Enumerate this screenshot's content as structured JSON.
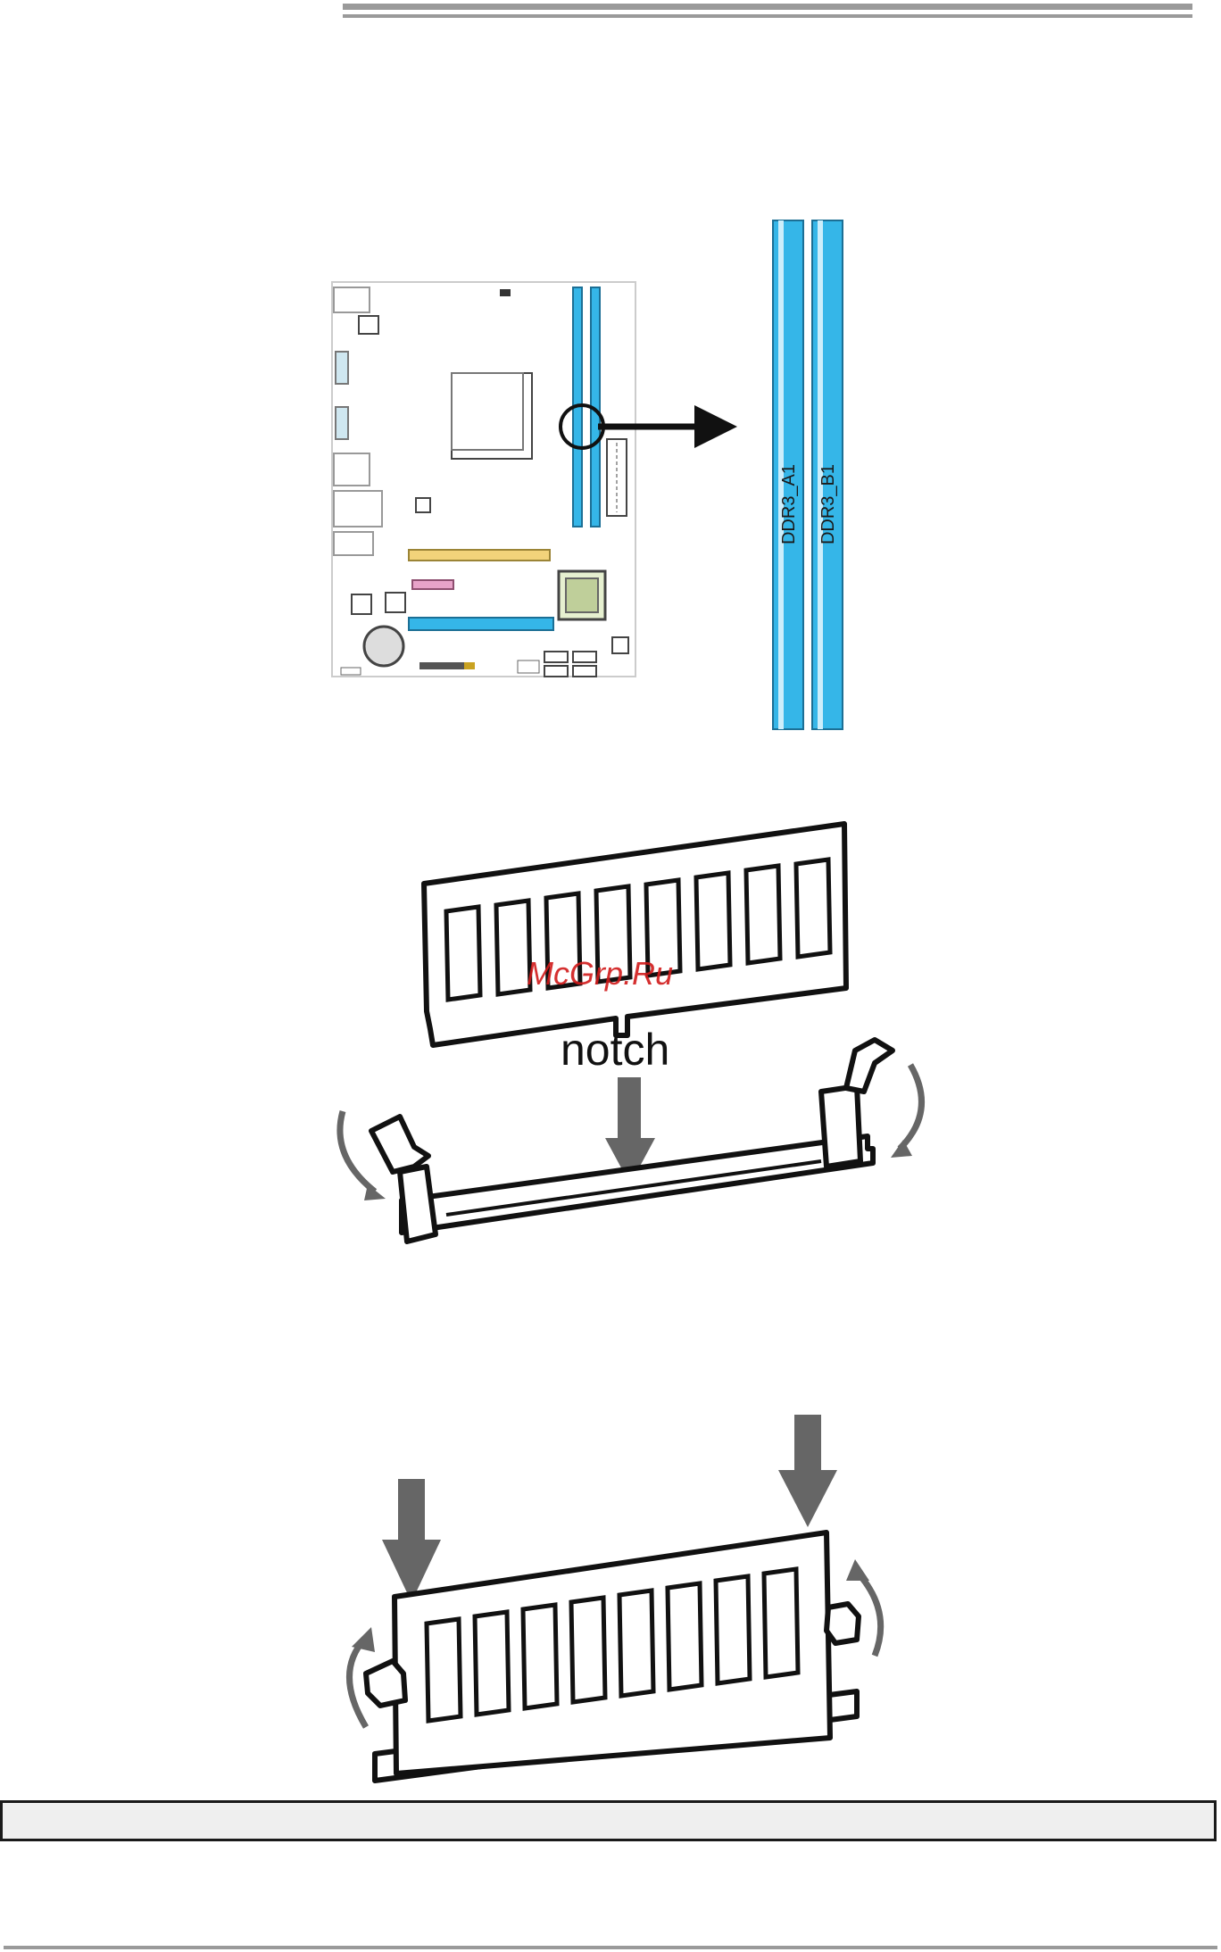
{
  "slots": {
    "slot_a_label": "DDR3_A1",
    "slot_b_label": "DDR3_B1",
    "slot_color": "#35b6e8"
  },
  "module_diagram": {
    "notch_label": "notch"
  },
  "watermark": {
    "text": "McGrp.Ru",
    "color": "#d11a1a"
  },
  "arrow_color": "#666666"
}
